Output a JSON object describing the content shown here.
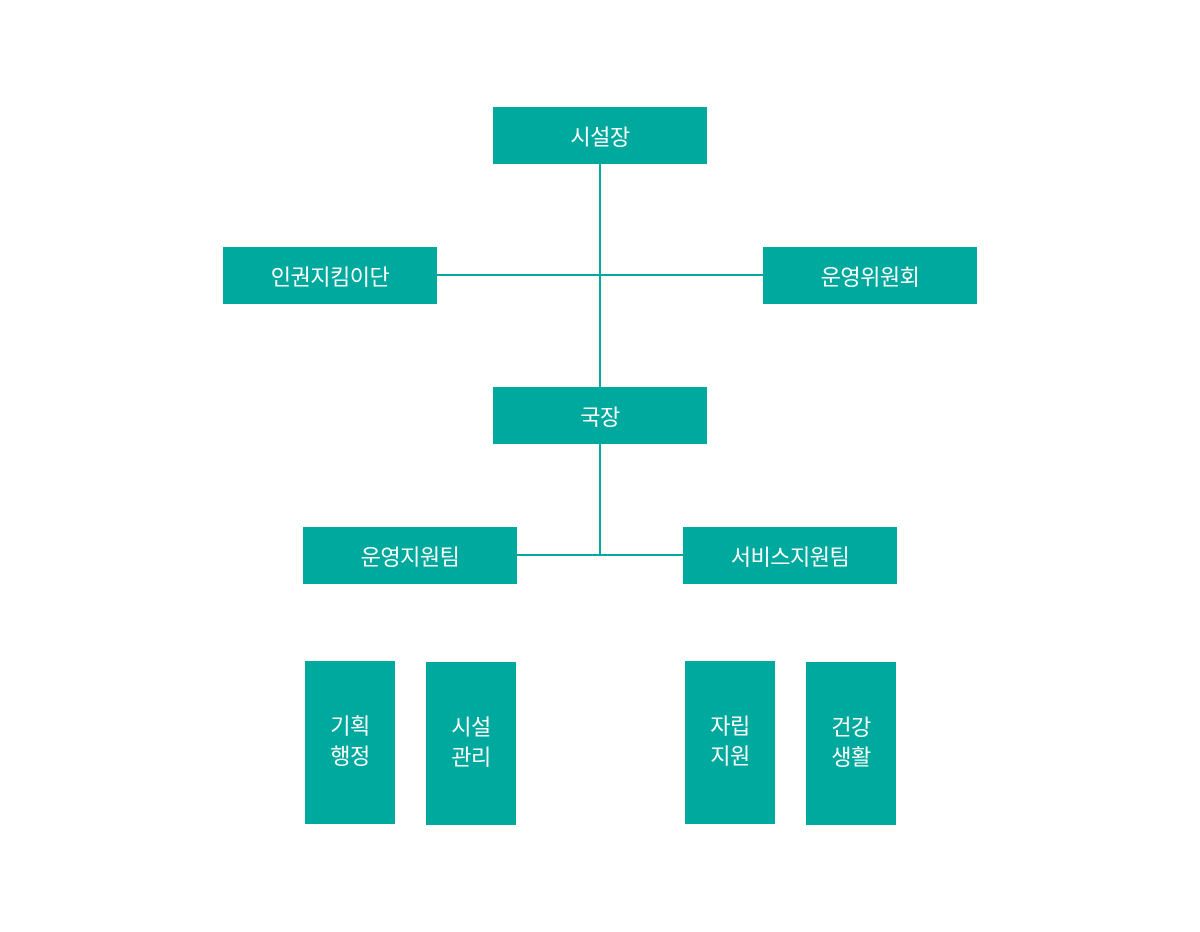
{
  "org": {
    "director": "시설장",
    "human_rights": "인권지킴이단",
    "steering_committee": "운영위원회",
    "bureau_chief": "국장",
    "teams": {
      "operations": {
        "name": "운영지원팀",
        "units": [
          {
            "line1": "기획",
            "line2": "행정"
          },
          {
            "line1": "시설",
            "line2": "관리"
          }
        ]
      },
      "services": {
        "name": "서비스지원팀",
        "units": [
          {
            "line1": "자립",
            "line2": "지원"
          },
          {
            "line1": "건강",
            "line2": "생활"
          }
        ]
      }
    }
  },
  "colors": {
    "box": "#00a99d",
    "text": "#ffffff",
    "line": "#00a99d",
    "background": "#ffffff"
  }
}
